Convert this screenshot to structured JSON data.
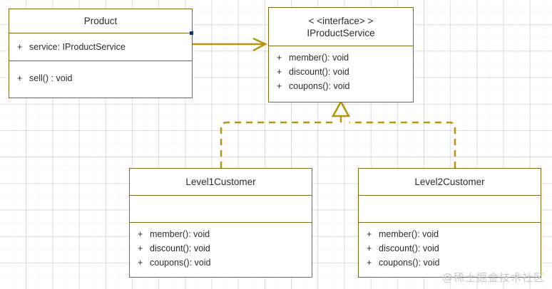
{
  "diagram": {
    "type": "uml-class-diagram",
    "background": "grid-paper",
    "line_color": "#b8960c",
    "box_border_color": "#7f6a16",
    "text_color": "#2c2c2c",
    "watermark": "@稀土掘金技术社区"
  },
  "classes": {
    "product": {
      "name": "Product",
      "stereotype": "",
      "attributes": [
        {
          "visibility": "+",
          "signature": "service: IProductService"
        }
      ],
      "operations": [
        {
          "visibility": "+",
          "signature": "sell() : void"
        }
      ]
    },
    "iproductservice": {
      "stereotype": "< <interface> >",
      "name": "IProductService",
      "attributes": [],
      "operations": [
        {
          "visibility": "+",
          "signature": "member(): void"
        },
        {
          "visibility": "+",
          "signature": "discount(): void"
        },
        {
          "visibility": "+",
          "signature": "coupons(): void"
        }
      ]
    },
    "level1customer": {
      "name": "Level1Customer",
      "stereotype": "",
      "attributes": [],
      "operations": [
        {
          "visibility": "+",
          "signature": "member(): void"
        },
        {
          "visibility": "+",
          "signature": "discount(): void"
        },
        {
          "visibility": "+",
          "signature": "coupons(): void"
        }
      ]
    },
    "level2customer": {
      "name": "Level2Customer",
      "stereotype": "",
      "attributes": [],
      "operations": [
        {
          "visibility": "+",
          "signature": "member(): void"
        },
        {
          "visibility": "+",
          "signature": "discount(): void"
        },
        {
          "visibility": "+",
          "signature": "coupons(): void"
        }
      ]
    }
  },
  "relationships": [
    {
      "id": "assoc-product-iproductservice",
      "kind": "association",
      "style": "solid",
      "arrowhead": "open",
      "from": "Product",
      "to": "IProductService"
    },
    {
      "id": "realize-level1-iproductservice",
      "kind": "realization",
      "style": "dashed",
      "arrowhead": "hollow-triangle",
      "from": "Level1Customer",
      "to": "IProductService"
    },
    {
      "id": "realize-level2-iproductservice",
      "kind": "realization",
      "style": "dashed",
      "arrowhead": "hollow-triangle",
      "from": "Level2Customer",
      "to": "IProductService"
    }
  ]
}
